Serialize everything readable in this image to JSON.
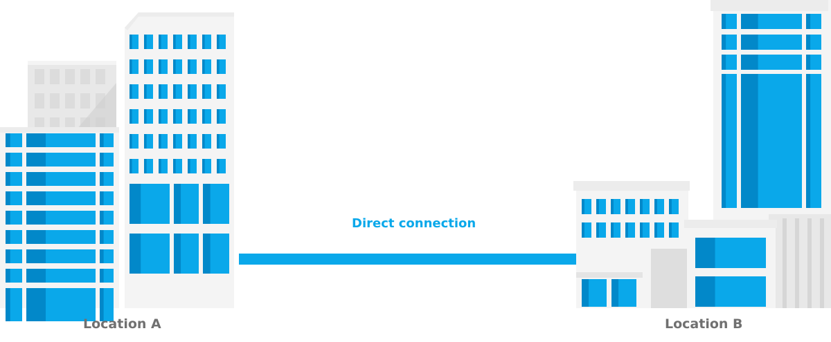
{
  "labels": {
    "location_a": "Location A",
    "location_b": "Location B",
    "connection": "Direct connection"
  },
  "colors": {
    "glass": "#0aa8ea",
    "glass_dark": "#0288c9",
    "building_light": "#f4f4f4",
    "building_mid": "#e8e8e8",
    "building_shade": "#dedede",
    "muted_window": "#dcdcdc",
    "label_gray": "#707070",
    "line": "#0aa8ea"
  },
  "icons": {
    "location_a": "office-buildings-cluster",
    "location_b": "office-buildings-cluster"
  }
}
